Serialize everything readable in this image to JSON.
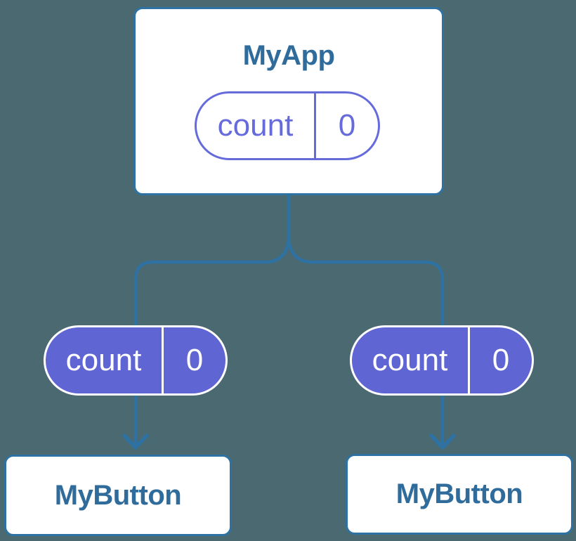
{
  "root_node": {
    "title": "MyApp",
    "state_pill": {
      "label": "count",
      "value": "0"
    }
  },
  "branches": [
    {
      "pill": {
        "label": "count",
        "value": "0"
      },
      "child": {
        "title": "MyButton"
      }
    },
    {
      "pill": {
        "label": "count",
        "value": "0"
      },
      "child": {
        "title": "MyButton"
      }
    }
  ],
  "colors": {
    "background": "#4B6970",
    "connector_blue": "#2E72A3",
    "node_border_blue": "#2E72A3",
    "node_text_blue": "#2F6C9B",
    "pill_outline_purple": "#666BDC",
    "pill_fill_purple": "#5F66D4",
    "node_fill": "#FFFFFF"
  }
}
